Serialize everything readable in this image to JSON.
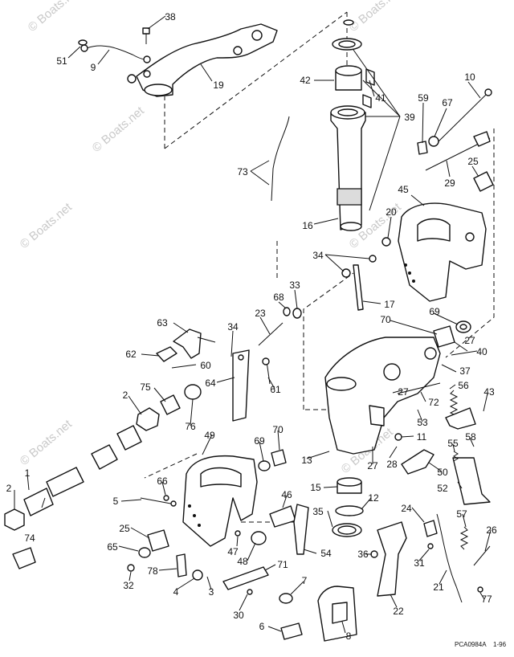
{
  "diagram": {
    "part_numbers": [
      "38",
      "51",
      "9",
      "19",
      "42",
      "41",
      "39",
      "59",
      "67",
      "10",
      "73",
      "25",
      "29",
      "16",
      "45",
      "20",
      "34",
      "17",
      "33",
      "68",
      "69",
      "63",
      "23",
      "70",
      "27",
      "62",
      "60",
      "64",
      "40",
      "37",
      "34",
      "61",
      "75",
      "2",
      "56",
      "43",
      "27",
      "72",
      "76",
      "53",
      "49",
      "70",
      "69",
      "11",
      "55",
      "58",
      "13",
      "27",
      "28",
      "50",
      "1",
      "66",
      "15",
      "12",
      "52",
      "5",
      "46",
      "57",
      "35",
      "24",
      "26",
      "25",
      "47",
      "36",
      "65",
      "74",
      "48",
      "71",
      "54",
      "31",
      "78",
      "4",
      "3",
      "7",
      "2",
      "32",
      "30",
      "21",
      "22",
      "77",
      "6",
      "8"
    ],
    "watermark": "© Boats.net",
    "footer_code": "PCA0984A",
    "footer_date": "1-96"
  }
}
